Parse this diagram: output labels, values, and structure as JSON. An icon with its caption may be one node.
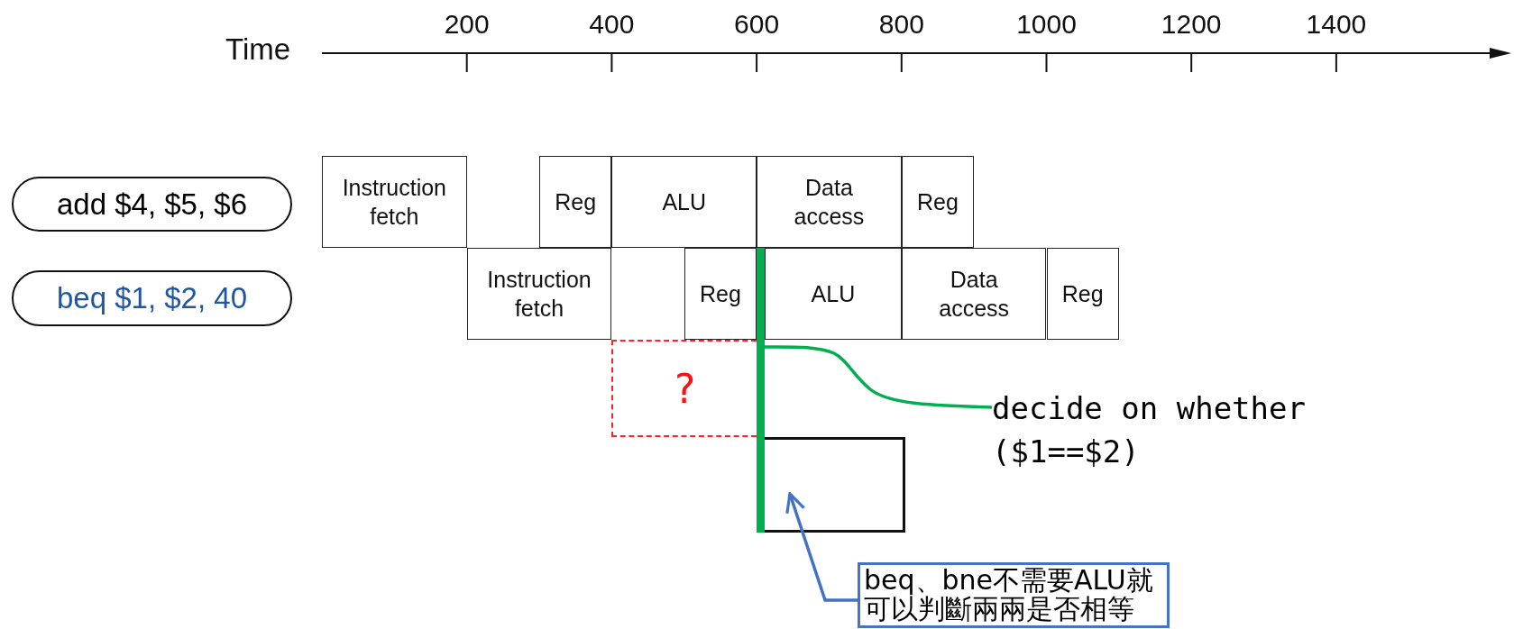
{
  "diagram": {
    "nodes": [
      {
        "text": [
          "add $4, $5, $6"
        ]
      },
      {
        "text": [
          "beq $1, $2, 40"
        ]
      },
      {
        "text": [
          "Instruction fetch"
        ]
      },
      {
        "text": [
          "Reg"
        ]
      },
      {
        "text": [
          "ALU"
        ]
      },
      {
        "text": [
          "Data access"
        ]
      },
      {
        "text": [
          "Reg"
        ]
      },
      {
        "text": [
          "Instruction fetch"
        ]
      },
      {
        "text": [
          "Reg"
        ]
      },
      {
        "text": [
          "ALU"
        ]
      },
      {
        "text": [
          "Data access"
        ]
      },
      {
        "text": [
          "Reg"
        ]
      },
      {
        "text": [
          "?"
        ]
      },
      {
        "text": [],
        "shape": "bar"
      },
      {
        "text": [],
        "shape": "box"
      },
      {
        "text": [
          "decide on whether ($1==$2)"
        ]
      },
      {
        "text": [
          "beq、bne不需要ALU就可以判斷兩兩是否相等"
        ]
      }
    ],
    "edges": [
      {
        "from": 15,
        "to": 13,
        "arrow": "none",
        "color": "#00b050"
      },
      {
        "from": 16,
        "to": 14,
        "arrow": "to",
        "color": "#4472c4"
      }
    ],
    "labels": [
      "Time",
      "200",
      "400",
      "600",
      "800",
      "1000",
      "1200",
      "1400"
    ]
  }
}
